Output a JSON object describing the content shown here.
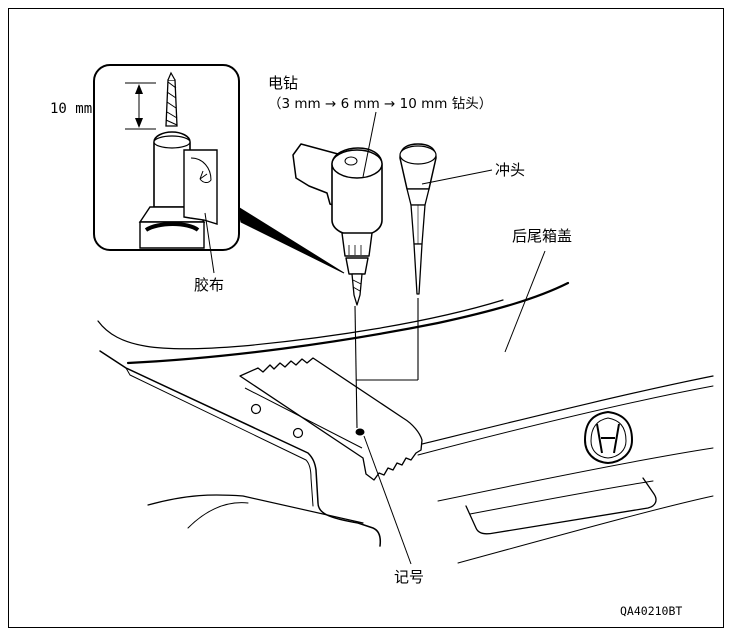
{
  "figure": {
    "inset": {
      "dimension": "10 mm"
    },
    "labels": {
      "drill_title": "电钻",
      "drill_steps": "（3 mm → 6 mm → 10 mm 钻头）",
      "punch": "冲头",
      "trunk_lid": "后尾箱盖",
      "tape": "胶布",
      "mark": "记号"
    },
    "code": "QA40210BT",
    "colors": {
      "line": "#000000",
      "background": "#ffffff"
    },
    "icons": [
      "electric-drill-icon",
      "center-punch-icon",
      "honda-emblem-icon",
      "drill-bit-icon"
    ]
  }
}
